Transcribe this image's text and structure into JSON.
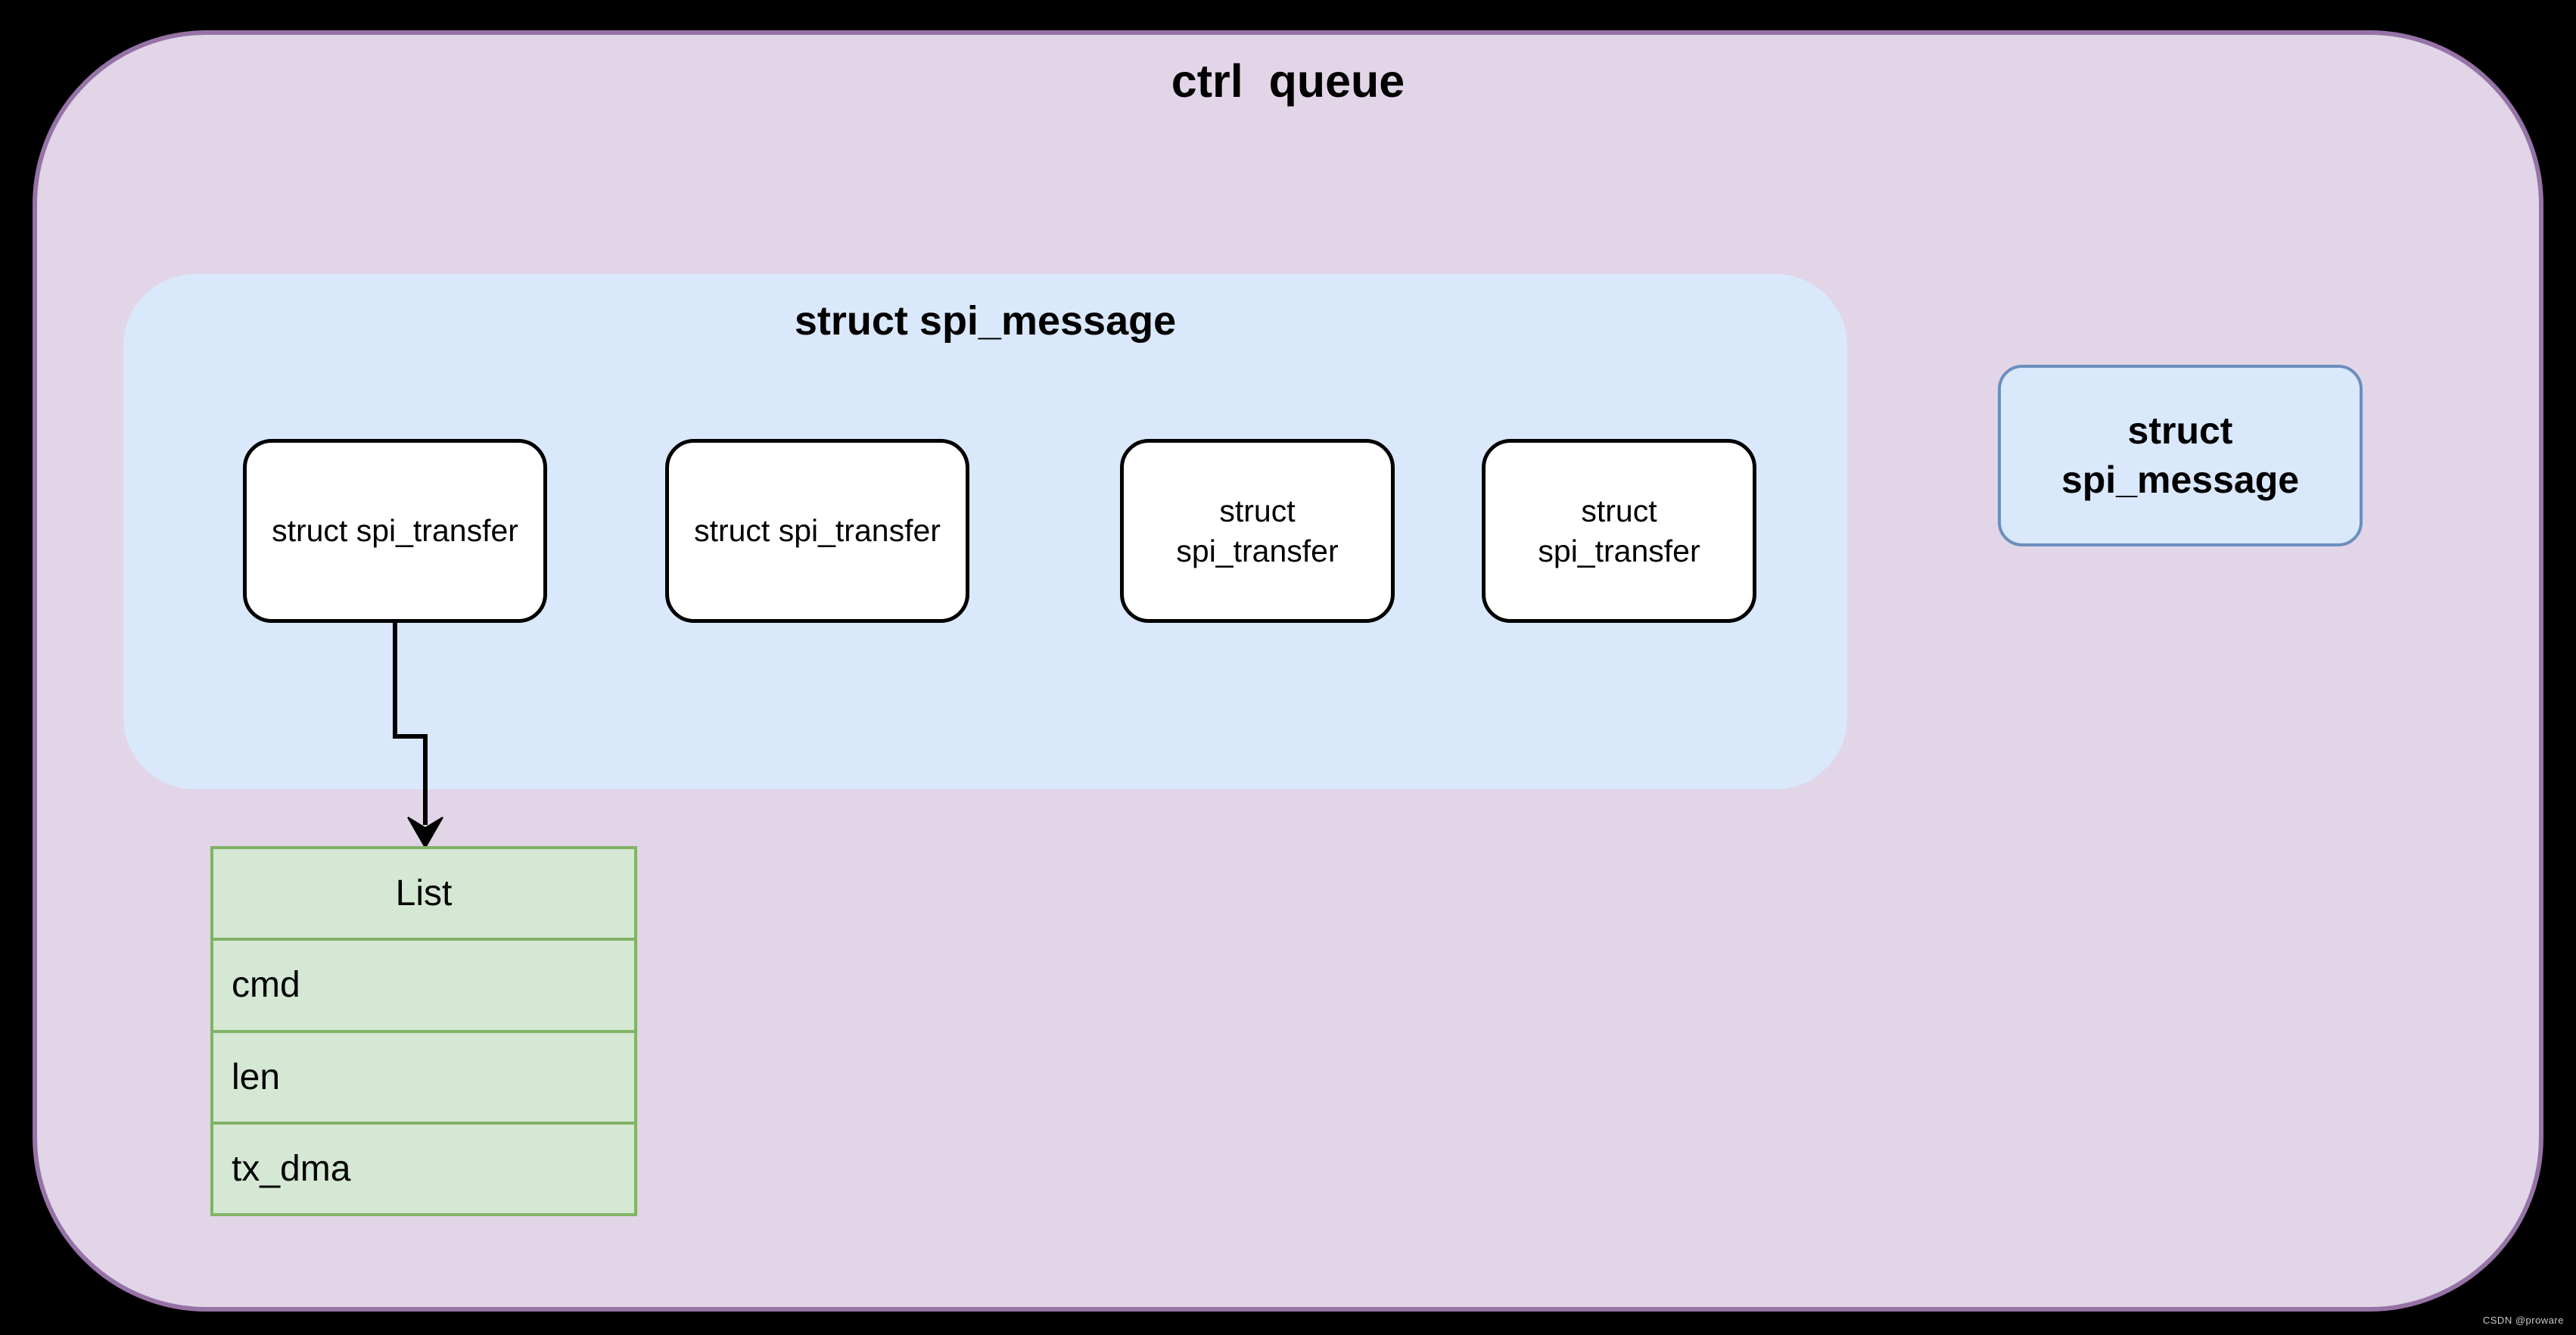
{
  "diagram": {
    "title": "ctrl  queue",
    "message_group": {
      "title": "struct spi_message",
      "transfers": [
        "struct spi_transfer",
        "struct spi_transfer",
        "struct\nspi_transfer",
        "struct\nspi_transfer"
      ]
    },
    "standalone_message": {
      "label": "struct\nspi_message"
    },
    "list_table": {
      "header": "List",
      "rows": [
        "cmd",
        "len",
        "tx_dma"
      ]
    },
    "watermark": "CSDN @proware",
    "colors": {
      "background": "#000000",
      "queue_fill": "#e1d5e7",
      "queue_stroke": "#9673a6",
      "message_fill": "#dae8fc",
      "message_stroke": "#6c8ebf",
      "transfer_fill": "#ffffff",
      "transfer_stroke": "#000000",
      "list_fill": "#d5e8d4",
      "list_stroke": "#82b366",
      "text": "#000000"
    }
  }
}
